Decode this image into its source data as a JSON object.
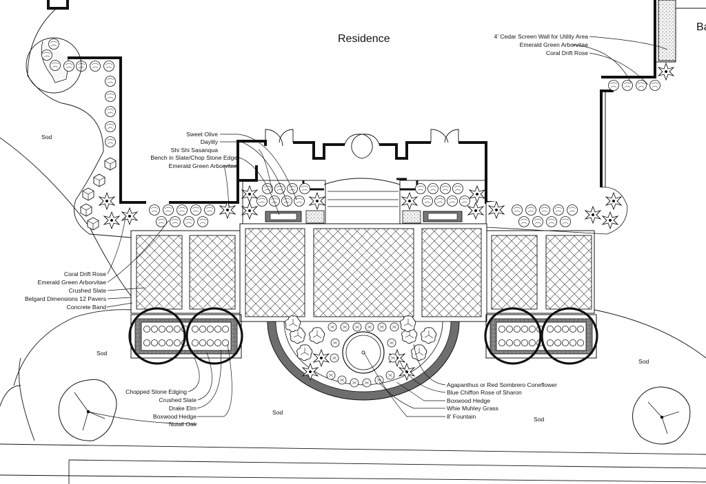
{
  "title": "Residence",
  "partial_label": "Ba",
  "sod_label": "Sod",
  "labels": {
    "top_left": [
      "Sweet Olive",
      "Daylily",
      "Shi Shi Sasanqua",
      "Bench in Slate/Chop Stone Edge",
      "Emerald Green Arborvitae"
    ],
    "top_right": [
      "4' Cedar Screen Wall for Utility Area",
      "Emerald Green Arborvitae",
      "Coral Drift Rose"
    ],
    "left": [
      "Coral Drift Rose",
      "Emerald Green Arborvitae",
      "Crushed Slate",
      "Belgard Dimensions 12 Pavers",
      "Concrete Band"
    ],
    "bottom_left": [
      "Chopped Stone Edging",
      "Crushed Slate",
      "Drake Elm",
      "Boxwood Hedge",
      "Nutall Oak"
    ],
    "bottom_center": [
      "Agapanthus or Red Sombrero Coneflower",
      "Blue Chiffon Rose of Sharon",
      "Boxwood Hedge",
      "Whie Muhley Grass",
      "8' Fountain"
    ]
  },
  "colors": {
    "line": "#111111",
    "hatch": "#555555",
    "gravel": "#8a8a8a",
    "band": "#6e6e6e"
  }
}
